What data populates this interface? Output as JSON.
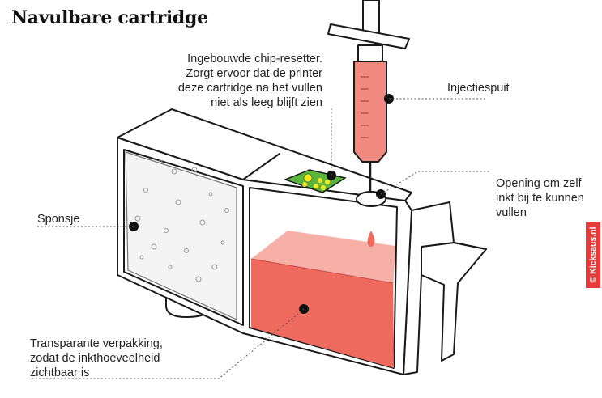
{
  "title": "Navulbare cartridge",
  "labels": {
    "chip_resetter": [
      "Ingebouwde chip-resetter.",
      "Zorgt ervoor dat de printer",
      "deze cartridge na het vullen",
      "niet als leeg blijft zien"
    ],
    "syringe": "Injectiespuit",
    "opening": [
      "Opening om zelf",
      "inkt bij te kunnen",
      "vullen"
    ],
    "sponge": "Sponsje",
    "packaging": [
      "Transparante verpakking,",
      "zodat de inkthoeveelheid",
      "zichtbaar is"
    ]
  },
  "credit": "© Kicksaus.nl",
  "colors": {
    "ink": "#ef6a5e",
    "ink_light": "#f6b0a8",
    "chip": "#5bb53c",
    "chip_dot": "#f4e81e",
    "syringe_fill": "#f08a80",
    "credit_bg": "#e63b3b",
    "outline": "#1a1a1a"
  }
}
